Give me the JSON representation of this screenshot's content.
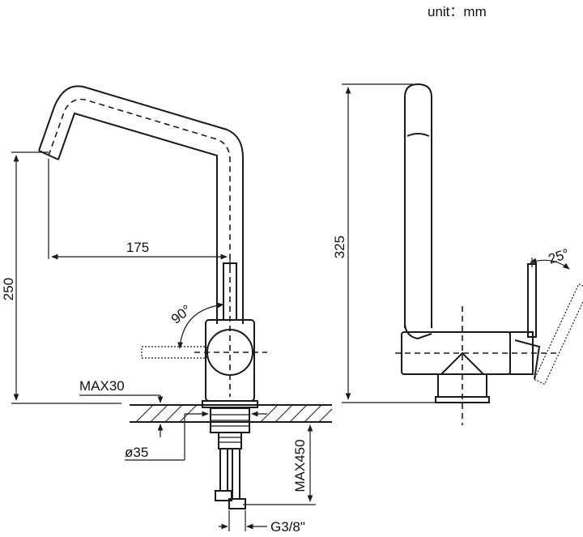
{
  "unit_label": "unit：mm",
  "front_view": {
    "spout_reach": "175",
    "total_height": "250",
    "handle_rotation": "90°",
    "deck_max_thickness": "MAX30",
    "hole_diameter": "ø35",
    "hose_length": "MAX450",
    "connection_thread": "G3/8\""
  },
  "side_view": {
    "spout_height": "325",
    "handle_tilt": "25°"
  }
}
